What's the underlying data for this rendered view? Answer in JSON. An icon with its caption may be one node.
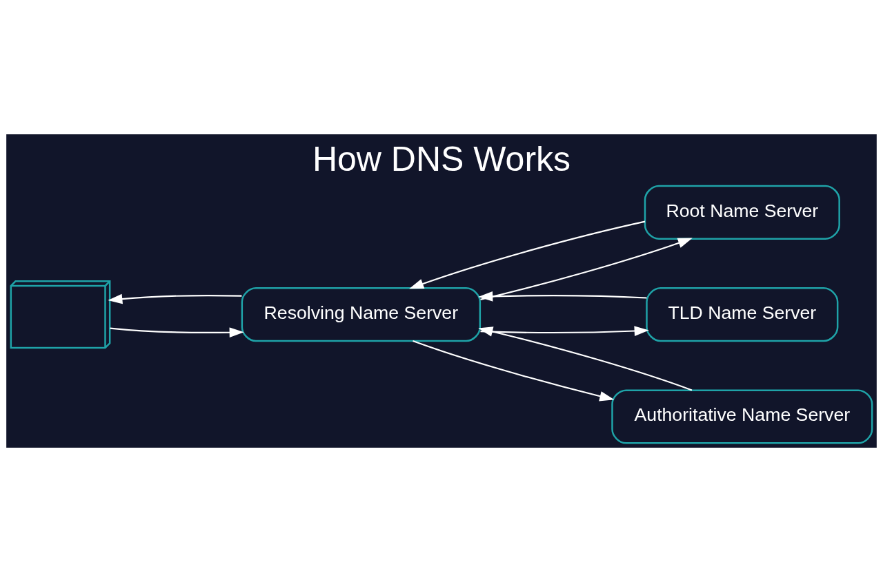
{
  "diagram": {
    "title": "How DNS Works",
    "nodes": [
      {
        "text": [],
        "shape": "picture"
      },
      {
        "text": [
          "Resolving Name Server"
        ]
      },
      {
        "text": [
          "Root Name Server"
        ]
      },
      {
        "text": [
          "TLD Name Server"
        ]
      },
      {
        "text": [
          "Authoritative Name Server"
        ]
      }
    ],
    "edges": [
      {
        "from": 0,
        "to": 1,
        "arrow": "to"
      },
      {
        "from": 1,
        "to": 0,
        "arrow": "to"
      },
      {
        "from": 2,
        "to": 1,
        "arrow": "to"
      },
      {
        "from": 1,
        "to": 2,
        "arrow": "to"
      },
      {
        "from": 1,
        "to": 3,
        "arrow": "to"
      },
      {
        "from": 3,
        "to": 1,
        "arrow": "to"
      },
      {
        "from": 1,
        "to": 4,
        "arrow": "to"
      },
      {
        "from": 4,
        "to": 1,
        "arrow": "to"
      }
    ]
  }
}
